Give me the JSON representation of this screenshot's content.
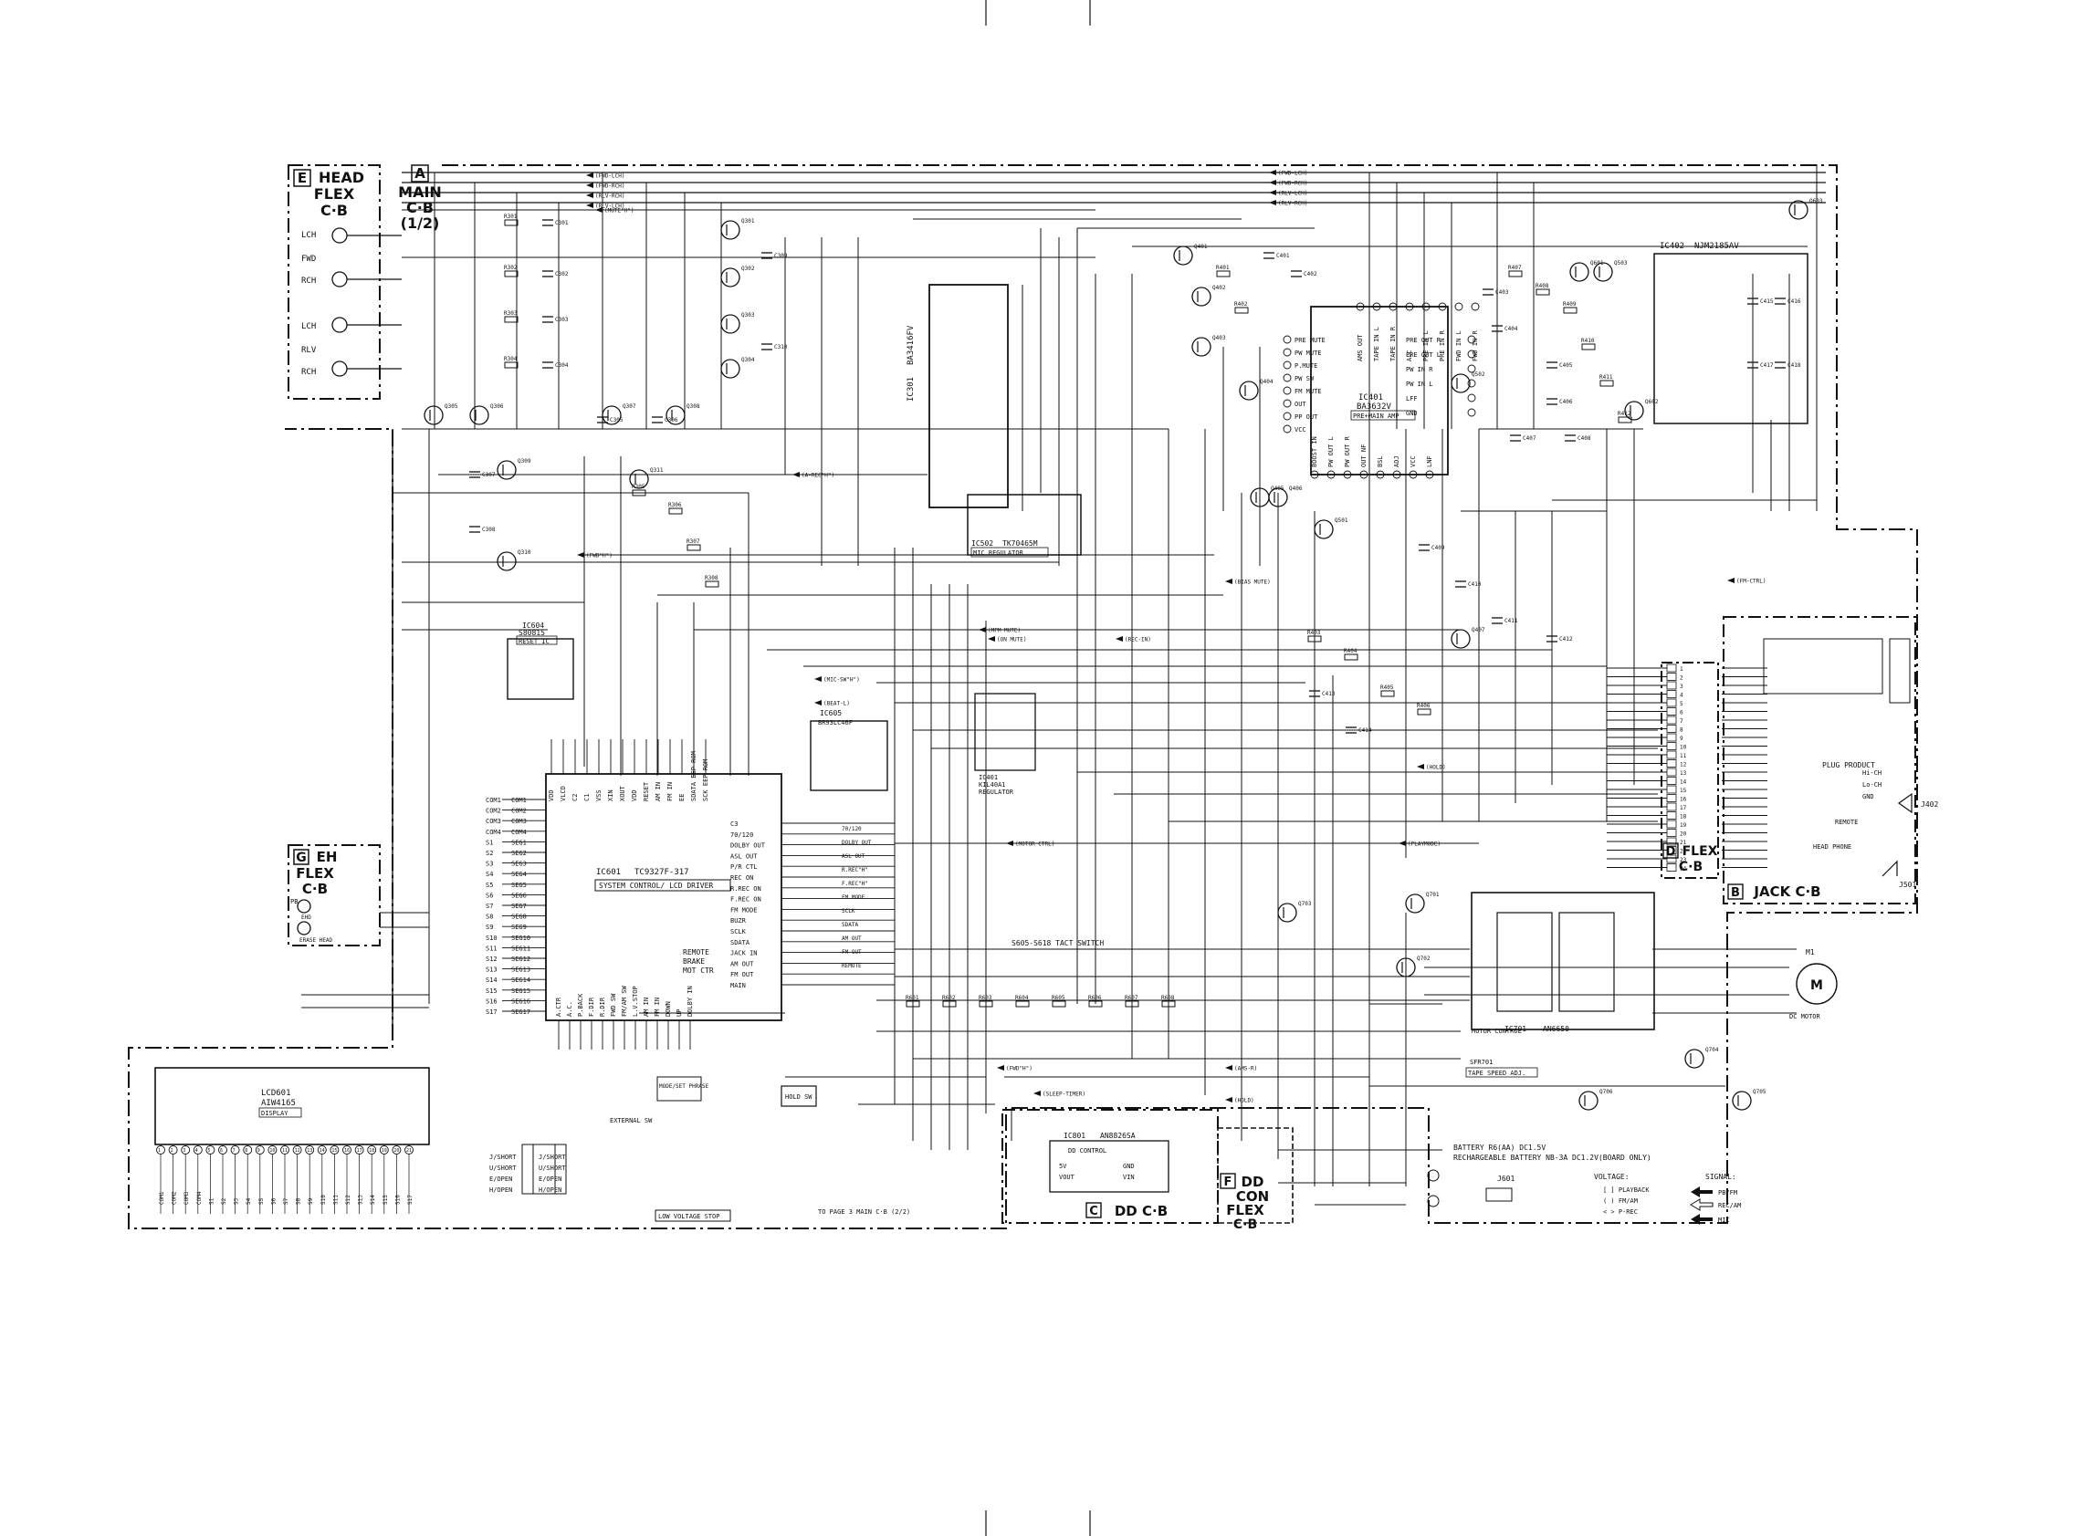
{
  "boards": {
    "head_flex": {
      "letter": "E",
      "l1": "HEAD",
      "l2": "FLEX",
      "l3": "C·B"
    },
    "main": {
      "letter": "A",
      "l1": "MAIN",
      "l2": "C·B",
      "l3": "(1/2)"
    },
    "eh_flex": {
      "letter": "G",
      "l1": "EH",
      "l2": "FLEX",
      "l3": "C·B"
    },
    "flex": {
      "letter": "D",
      "l1": "FLEX",
      "l2": "C·B"
    },
    "jack": {
      "letter": "B",
      "l1": "JACK C·B"
    },
    "dd": {
      "letter": "C",
      "l1": "DD C·B"
    },
    "dd_con": {
      "letter": "F",
      "l1": "DD",
      "l2": "CON",
      "l3": "FLEX",
      "l4": "C·B"
    }
  },
  "head_labels": [
    "LCH",
    "FWD",
    "RCH",
    "LCH",
    "RLV",
    "RCH"
  ],
  "eh_labels": [
    "PB",
    "EHD",
    "ERASE HEAD"
  ],
  "ics": {
    "system": {
      "ref": "IC601",
      "part": "TC9327F-317",
      "func": "SYSTEM CONTROL/ LCD DRIVER"
    },
    "preamp": {
      "ref": "IC301",
      "part": "BA3416FV"
    },
    "mic": {
      "ref": "IC502",
      "part": "TK70465M",
      "func": "MIC REGULATOR"
    },
    "mainamp": {
      "ref": "IC401",
      "part": "BA3632V",
      "func": "PRE+MAIN AMP"
    },
    "npmp": {
      "ref": "IC402",
      "part": "NJM2185AV"
    },
    "reset": {
      "ref": "IC604",
      "part": "S80815",
      "func": "RESET IC"
    },
    "eep": {
      "ref": "IC605",
      "part": "BR93LC46F"
    },
    "regulator": {
      "ref": "IC401",
      "part": "KIL40A1",
      "func": "REGULATOR"
    },
    "lcd": {
      "ref": "LCD601",
      "part": "AIW4165",
      "func": "DISPLAY"
    },
    "dd": {
      "ref": "IC801",
      "part": "AN8826SA",
      "func": "DD CONTROL"
    },
    "dd_reg": {
      "ref": "IC801",
      "part": "AN8826SA"
    },
    "motor_ic": {
      "ref": "IC701",
      "part": "AN6650",
      "func": "MOTOR CONTROL"
    }
  },
  "ic601_pins_left": [
    "COM1",
    "COM2",
    "COM3",
    "COM4",
    "S1",
    "S2",
    "S3",
    "S4",
    "S5",
    "S6",
    "S7",
    "S8",
    "S9",
    "S10",
    "S11",
    "S12",
    "S13",
    "S14",
    "S15",
    "S16",
    "S17"
  ],
  "ic601_seg_labels": [
    "COM1",
    "COM2",
    "COM3",
    "COM4",
    "SEG1",
    "SEG2",
    "SEG3",
    "SEG4",
    "SEG5",
    "SEG6",
    "SEG7",
    "SEG8",
    "SEG9",
    "SEG10",
    "SEG11",
    "SEG12",
    "SEG13",
    "SEG14",
    "SEG15",
    "SEG16",
    "SEG17"
  ],
  "ic601_pins_right": [
    "C3",
    "70/120",
    "DOLBY OUT",
    "ASL OUT",
    "P/R CTL",
    "REC ON",
    "R.REC ON",
    "F.REC ON",
    "FM MODE",
    "BUZR",
    "SCLK",
    "SDATA",
    "JACK IN",
    "AM OUT",
    "FM OUT",
    "MAIN"
  ],
  "ic601_right_signals": [
    "70/120",
    "DOLBY OUT",
    "ASL OUT",
    "R.REC\"H\"",
    "F.REC\"H\"",
    "FM MODE",
    "SCLK",
    "SDATA",
    "AM OUT",
    "FM OUT",
    "REMOTE"
  ],
  "ic601_bottom_left": [
    "REMOTE",
    "BRAKE",
    "MOT CTR"
  ],
  "ic601_top_pins": [
    "VDD",
    "VLCD",
    "C2",
    "C1",
    "VSS",
    "XIN",
    "XOUT",
    "VDD",
    "RESET",
    "AM IN",
    "FM IN",
    "EE",
    "SDATA EEP ROM",
    "SCK EEP ROM"
  ],
  "ic601_bottom_pins": [
    "A.CTR",
    "A.C.",
    "P.BACK",
    "F.DIR",
    "R.DIR",
    "FWD SW",
    "FM/AM SW",
    "L.V.STOP",
    "AM IN",
    "FM IN",
    "DOWN",
    "UP",
    "DOLBY IN"
  ],
  "mainamp_pins_left": [
    "PRE MUTE",
    "PW MUTE",
    "P.MUTE",
    "PW SW",
    "FM MUTE",
    "OUT",
    "PP OUT",
    "VCC"
  ],
  "mainamp_pins_right": [
    "PRE OUT R",
    "PRE OUT L",
    "PW IN R",
    "PW IN L",
    "LFF",
    "GND"
  ],
  "mainamp_pins_top": [
    "AMS OUT",
    "TAPE IN L",
    "TAPE IN R",
    "ALC",
    "PRE IN L",
    "PRE IN R",
    "FWD IN L",
    "FWD IN R"
  ],
  "mainamp_pins_bottom": [
    "BOOST IN",
    "PW OUT L",
    "PW OUT R",
    "OUT NF",
    "BSL",
    "ADJ",
    "VCC",
    "LNF"
  ],
  "signal_arrows": [
    "(FWD-LCH)",
    "(FWD-RCH)",
    "(RLV-RCH)",
    "(RLV-LCH)",
    "(MUTE\"H\")",
    "(FWD-LCH)",
    "(FWD-RCH)",
    "(RLV-LCH)",
    "(RLV-RCH)",
    "(A-REC\"H\")",
    "(FWD\"H\")",
    "(BIAS MUTE)",
    "(MPM MUTE)",
    "(ON MUTE)",
    "(REC-IN)",
    "(MIC-SW\"H\")",
    "(BEAT-L)",
    "(MOTOR CTRL)",
    "(PLAYMODE)",
    "(HOLD)",
    "(AMS-R)",
    "(FWD\"H\")",
    "(SLEEP-TIMER)",
    "(HOLD)",
    "(FM-CTRL)"
  ],
  "flex_pins": [
    "1",
    "2",
    "3",
    "4",
    "5",
    "6",
    "7",
    "8",
    "9",
    "10",
    "11",
    "12",
    "13",
    "14",
    "15",
    "16",
    "17",
    "18",
    "19",
    "20",
    "21",
    "22",
    "23",
    "24"
  ],
  "jack": {
    "plug": "PLUG PRODUCT",
    "ref": "J402",
    "conn": "J501",
    "labels": [
      "Hi-CH",
      "Lo-CH",
      "GND",
      "REMOTE",
      "HEAD PHONE"
    ]
  },
  "switches": [
    "HOLD SW",
    "MODE/SET PHRASE",
    "S605-S618 TACT SWITCH",
    "EXTERNAL SW",
    "LOW VOLTAGE STOP"
  ],
  "motor": {
    "ref": "M1",
    "label": "DC MOTOR",
    "speed": "TAPE SPEED ADJ.",
    "ref2": "SFR701"
  },
  "battery": {
    "l1": "BATTERY R6(AA)  DC1.5V",
    "l2": "RECHARGEABLE BATTERY NB-3A  DC1.2V(BOARD ONLY)",
    "ref": "J601"
  },
  "legend": {
    "voltage_title": "VOLTAGE:",
    "voltage_items": [
      "[  ]  PLAYBACK",
      "(  )  FM/AM",
      "<  >  P-REC"
    ],
    "signal_title": "SIGNAL:",
    "signal_items": [
      "PB/FM",
      "REC/AM",
      "MIC"
    ]
  },
  "lcd_pins": [
    "1",
    "2",
    "3",
    "4",
    "5",
    "6",
    "7",
    "8",
    "9",
    "10",
    "11",
    "12",
    "13",
    "14",
    "15",
    "16",
    "17",
    "18",
    "19",
    "20",
    "21"
  ],
  "lcd_com": [
    "COM1",
    "COM2",
    "COM3",
    "COM4",
    "S1",
    "S2",
    "S3",
    "S4",
    "S5",
    "S6",
    "S7",
    "S8",
    "S9",
    "S10",
    "S11",
    "S12",
    "S13",
    "S14",
    "S15",
    "S16",
    "S17"
  ],
  "trim_labels": [
    "J/SHORT",
    "U/SHORT",
    "E/OPEN",
    "H/OPEN"
  ],
  "trim_labels2": [
    "J/SHORT",
    "U/SHORT",
    "E/OPEN",
    "H/OPEN"
  ],
  "bottom_note": "TO PAGE 3  MAIN C·B (2/2)",
  "low_voltage": "LOW VOLTAGE STOP",
  "dd_labels": [
    "5V",
    "VOUT",
    "GND",
    "VIN"
  ],
  "component_refs": {
    "transistors": [
      "Q301",
      "Q302",
      "Q303",
      "Q304",
      "Q305",
      "Q306",
      "Q307",
      "Q308",
      "Q309",
      "Q310",
      "Q311",
      "Q401",
      "Q402",
      "Q403",
      "Q404",
      "Q405",
      "Q406",
      "Q407",
      "Q501",
      "Q502",
      "Q503",
      "Q601",
      "Q602",
      "Q603",
      "Q701",
      "Q702",
      "Q703",
      "Q704",
      "Q705",
      "Q706"
    ],
    "caps": [
      "C301",
      "C302",
      "C303",
      "C304",
      "C305",
      "C306",
      "C307",
      "C308",
      "C309",
      "C310",
      "C401",
      "C402",
      "C403",
      "C404",
      "C405",
      "C406",
      "C407",
      "C408",
      "C409",
      "C410",
      "C411",
      "C412",
      "C413",
      "C414",
      "C415",
      "C416",
      "C417",
      "C418"
    ],
    "resistors": [
      "R301",
      "R302",
      "R303",
      "R304",
      "R305",
      "R306",
      "R307",
      "R308",
      "R401",
      "R402",
      "R403",
      "R404",
      "R405",
      "R406",
      "R407",
      "R408",
      "R409",
      "R410",
      "R411",
      "R412",
      "R601",
      "R602",
      "R603",
      "R604",
      "R605",
      "R606",
      "R607",
      "R608"
    ]
  }
}
